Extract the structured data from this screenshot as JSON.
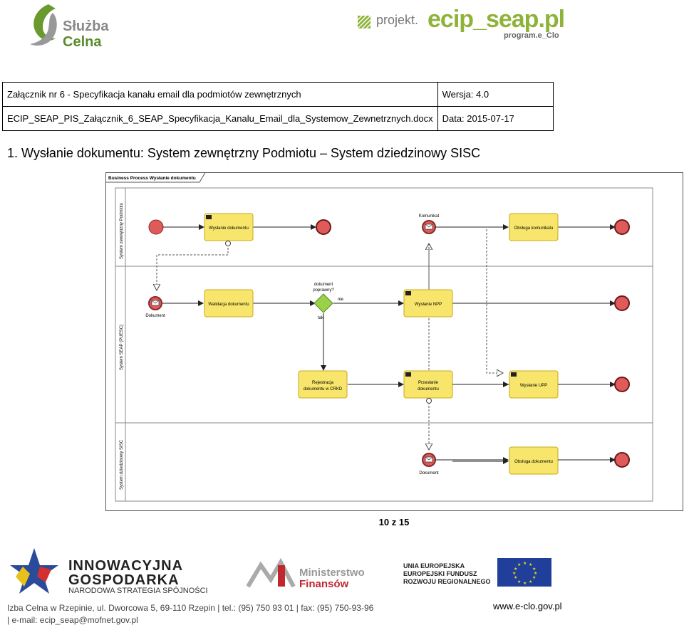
{
  "header": {
    "logo_left_line1": "Służba",
    "logo_left_line2": "Celna",
    "logo_right_prefix": "projekt.",
    "logo_right_main": "ecip_seap.pl",
    "logo_right_sub": "program.e_Clo",
    "doc_title": "Załącznik nr 6 - Specyfikacja kanału email dla podmiotów zewnętrznych",
    "version": "Wersja: 4.0",
    "filename": "ECIP_SEAP_PIS_Załącznik_6_SEAP_Specyfikacja_Kanalu_Email_dla_Systemow_Zewnetrznych.docx",
    "date": "Data: 2015-07-17"
  },
  "section_title": "1.  Wysłanie dokumentu: System zewnętrzny Podmiotu – System dziedzinowy SISC",
  "diagram": {
    "frame_title": "Business Process Wysłanie dokumentu",
    "lanes": [
      "System zewnętrzny Podmiotu",
      "System SEAP (PUESC)",
      "System dziedzinowy SISC"
    ],
    "tasks": {
      "wyslanie_dokumentu": "Wysłanie dokumentu",
      "obsluga_komunikatu": "Obsługa komunikatu",
      "walidacja_dokumentu": "Walidacja dokumentu",
      "wyslanie_npp": "Wysłanie NPP",
      "rejestracja_1": "Rejestracja",
      "rejestracja_2": "dokumentu w CRKD",
      "przeslanie_1": "Przesłanie",
      "przeslanie_2": "dokumentu",
      "wyslanie_upp": "Wysłanie UPP",
      "obsluga_dokumentu": "Obsługa dokumentu"
    },
    "labels": {
      "komunikat": "Komunikat",
      "dokument_1": "Dokument",
      "dokument_2": "Dokument",
      "gateway_q1": "dokument",
      "gateway_q2": "poprawny?",
      "nie": "nie",
      "tak": "tak"
    },
    "colors": {
      "task_fill": "#f7e66b",
      "task_stroke": "#c9a81a",
      "event_fill": "#e05a5a",
      "gateway_fill": "#9ad14b"
    }
  },
  "page_number": "10 z 15",
  "footer": {
    "logo1_line1": "INNOWACYJNA",
    "logo1_line2": "GOSPODARKA",
    "logo1_line3": "NARODOWA STRATEGIA SPÓJNOŚCI",
    "logo2_line1": "Ministerstwo",
    "logo2_line2": "Finansów",
    "logo3_line1": "UNIA EUROPEJSKA",
    "logo3_line2": "EUROPEJSKI FUNDUSZ",
    "logo3_line3": "ROZWOJU REGIONALNEGO",
    "address": "Izba Celna w Rzepinie, ul. Dworcowa 5, 69-110 Rzepin  |  tel.: (95) 750 93 01  |  fax: (95) 750-93-96",
    "email": "|  e-mail: ecip_seap@mofnet.gov.pl",
    "website": "www.e-clo.gov.pl"
  }
}
